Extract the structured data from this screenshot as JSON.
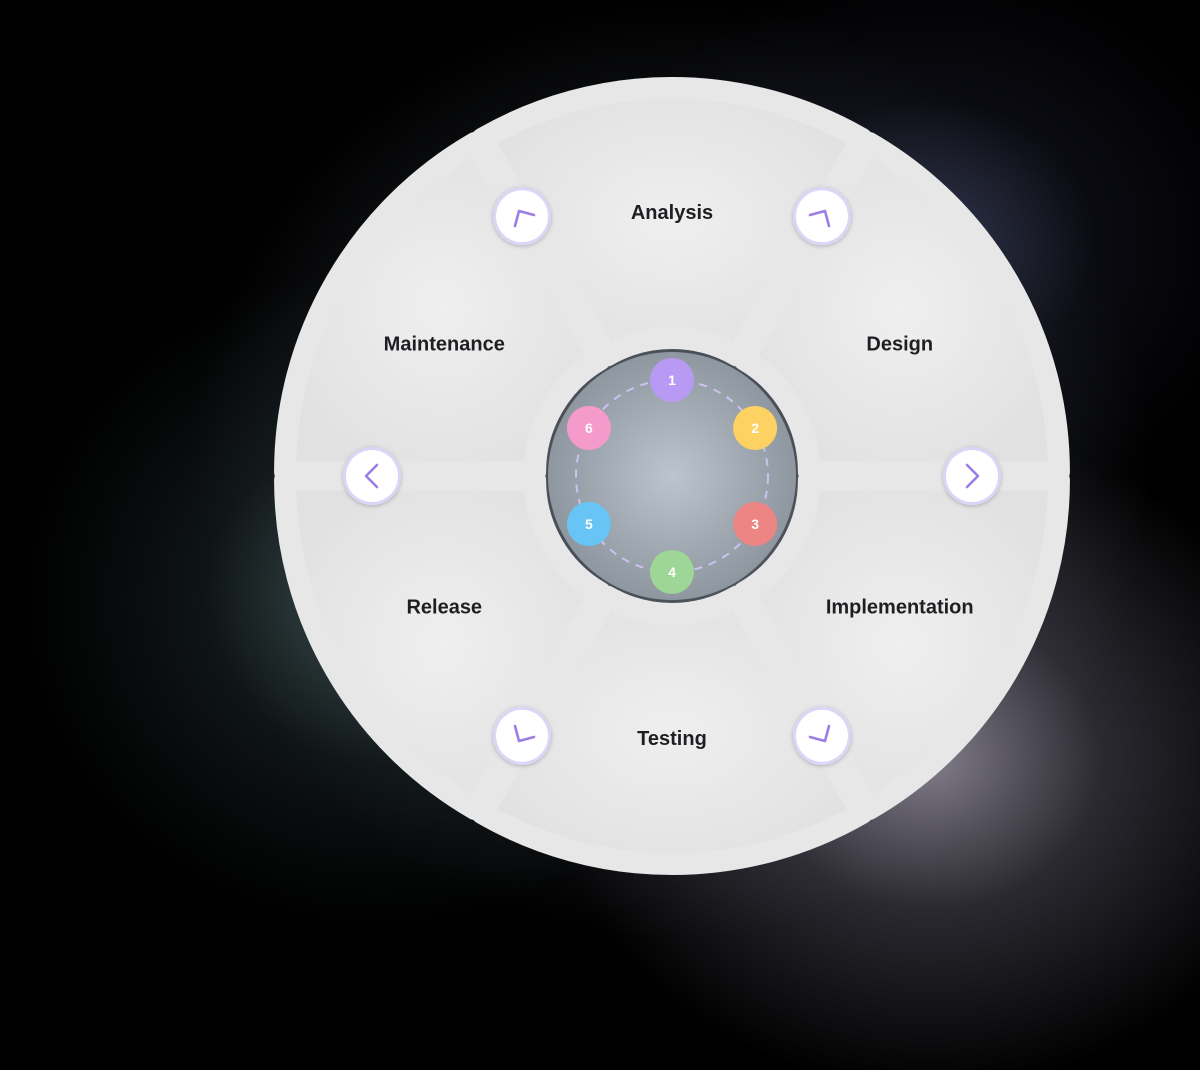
{
  "diagram": {
    "stages": [
      {
        "label": "Analysis"
      },
      {
        "label": "Design"
      },
      {
        "label": "Implementation"
      },
      {
        "label": "Testing"
      },
      {
        "label": "Release"
      },
      {
        "label": "Maintenance"
      }
    ],
    "steps": [
      {
        "label": "1",
        "color": "#b89af4"
      },
      {
        "label": "2",
        "color": "#fdd162"
      },
      {
        "label": "3",
        "color": "#ee8585"
      },
      {
        "label": "4",
        "color": "#9ed697"
      },
      {
        "label": "5",
        "color": "#67c4f5"
      },
      {
        "label": "6",
        "color": "#f59bcb"
      }
    ],
    "connectors": [
      {
        "icon": "chevron-down-icon"
      },
      {
        "icon": "chevron-down-icon"
      },
      {
        "icon": "chevron-down-icon"
      },
      {
        "icon": "chevron-down-icon"
      },
      {
        "icon": "chevron-down-icon"
      },
      {
        "icon": "chevron-down-icon"
      }
    ],
    "colors": {
      "segment_fill": "#e7e7e8",
      "hub_fill": "#a8b0b9",
      "accent": "#9b7ee6",
      "dash": "#ccc2f0",
      "label": "#1e1f22"
    }
  }
}
